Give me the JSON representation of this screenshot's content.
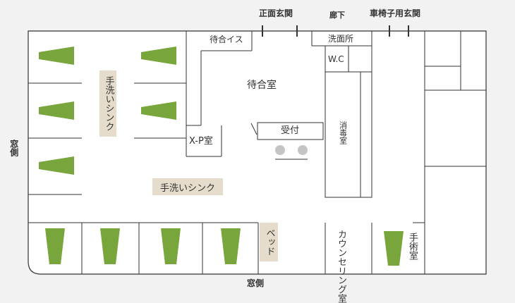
{
  "labels": {
    "front_entrance": "正面玄関",
    "corridor": "廊下",
    "wheelchair_entrance": "車椅子用玄関",
    "waiting_chairs": "待合イス",
    "washroom": "洗面所",
    "wc": "W.C",
    "waiting_room": "待合室",
    "xray_room": "X-P室",
    "reception": "受付",
    "disinfection_room": "消毒室",
    "sink_vertical": "手洗いシンク",
    "sink_horizontal": "手洗いシンク",
    "bed": "ベッド",
    "counseling_room": "カウンセリング室",
    "surgery_room": "手術室",
    "window_side_left": "窓側",
    "window_side_bottom": "窓側"
  },
  "colors": {
    "wall": "#333333",
    "chair": "#78a63c",
    "sink": "#e6dccb",
    "stool": "#c4c4c4",
    "floor": "#ffffff",
    "background": "#f2f2f2"
  }
}
